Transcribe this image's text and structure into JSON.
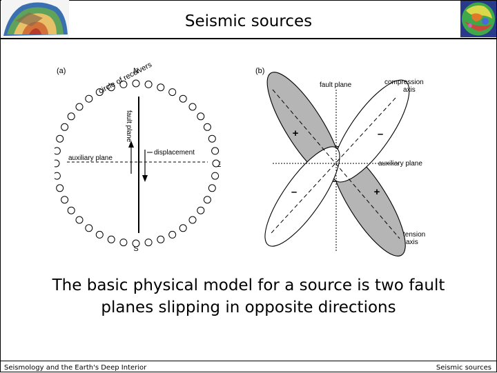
{
  "header": {
    "title": "Seismic sources",
    "left_logo_icon": "earth-cutaway-icon",
    "right_logo_icon": "globe-tomography-icon"
  },
  "figure": {
    "panel_a": {
      "label": "(a)",
      "north": "N",
      "south": "S",
      "west": "W",
      "east": "E",
      "receivers_label": "circle of receivers",
      "fault_plane_label": "fault plane",
      "auxiliary_plane_label": "auxiliary plane",
      "displacement_label": "displacement"
    },
    "panel_b": {
      "label": "(b)",
      "fault_plane_label": "fault plane",
      "compression_axis_label_1": "compression",
      "compression_axis_label_2": "axis",
      "auxiliary_plane_label": "auxiliary plane",
      "tension_axis_label_1": "tension",
      "tension_axis_label_2": "axis",
      "plus_sign": "+",
      "minus_sign": "–"
    }
  },
  "caption": {
    "line1": "The basic physical model for a source is two fault",
    "line2": "planes slipping in opposite directions"
  },
  "footer": {
    "left": "Seismology and the Earth's Deep Interior",
    "right": "Seismic sources"
  },
  "colors": {
    "lobe_fill": "#b5b5b5",
    "ink": "#000000"
  }
}
